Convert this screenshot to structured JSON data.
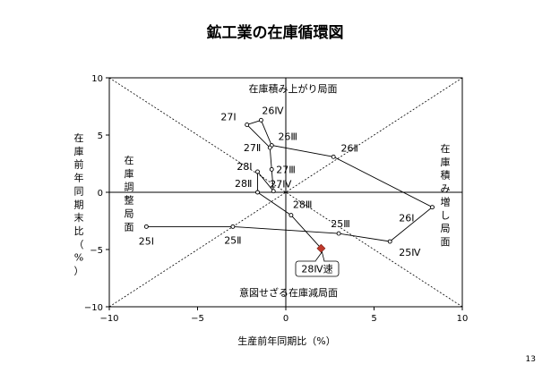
{
  "chart_data": {
    "type": "scatter",
    "title": "鉱工業の在庫循環図",
    "xlabel": "生産前年同期比（%）",
    "ylabel": "在庫前年同期末比（%）",
    "xlim": [
      -10,
      10
    ],
    "ylim": [
      -10,
      10
    ],
    "xticks": [
      "−10",
      "−5",
      "0",
      "5",
      "10"
    ],
    "yticks": [
      "10",
      "5",
      "0",
      "−5",
      "−10"
    ],
    "grid": false,
    "regions": {
      "top": "在庫積み上がり局面",
      "right": "在庫積み増し局面",
      "bottom": "意図せざる在庫減局面",
      "left": "在庫調整局面"
    },
    "series": [
      {
        "points": [
          {
            "label": "25Ⅰ",
            "x": -7.9,
            "y": -3.0
          },
          {
            "label": "25Ⅱ",
            "x": -3.0,
            "y": -3.0
          },
          {
            "label": "25Ⅲ",
            "x": 3.0,
            "y": -3.6
          },
          {
            "label": "25Ⅳ",
            "x": 5.9,
            "y": -4.3
          },
          {
            "label": "26Ⅰ",
            "x": 8.3,
            "y": -1.3
          },
          {
            "label": "26Ⅱ",
            "x": 2.7,
            "y": 3.1
          },
          {
            "label": "26Ⅲ",
            "x": -0.8,
            "y": 4.1
          },
          {
            "label": "26Ⅳ",
            "x": -1.4,
            "y": 6.3
          },
          {
            "label": "27Ⅰ",
            "x": -2.2,
            "y": 5.9
          },
          {
            "label": "27Ⅱ",
            "x": -0.9,
            "y": 3.9
          },
          {
            "label": "27Ⅲ",
            "x": -0.8,
            "y": 2.0
          },
          {
            "label": "27Ⅳ",
            "x": -0.7,
            "y": 0.1
          },
          {
            "label": "28Ⅰ",
            "x": -1.6,
            "y": 1.8
          },
          {
            "label": "28Ⅱ",
            "x": -1.6,
            "y": 0.0
          },
          {
            "label": "28Ⅲ",
            "x": 0.3,
            "y": -2.0
          }
        ],
        "highlight": {
          "label": "28Ⅳ速",
          "x": 2.0,
          "y": -4.9,
          "color": "#c0392b"
        }
      }
    ]
  },
  "page_number": "13"
}
